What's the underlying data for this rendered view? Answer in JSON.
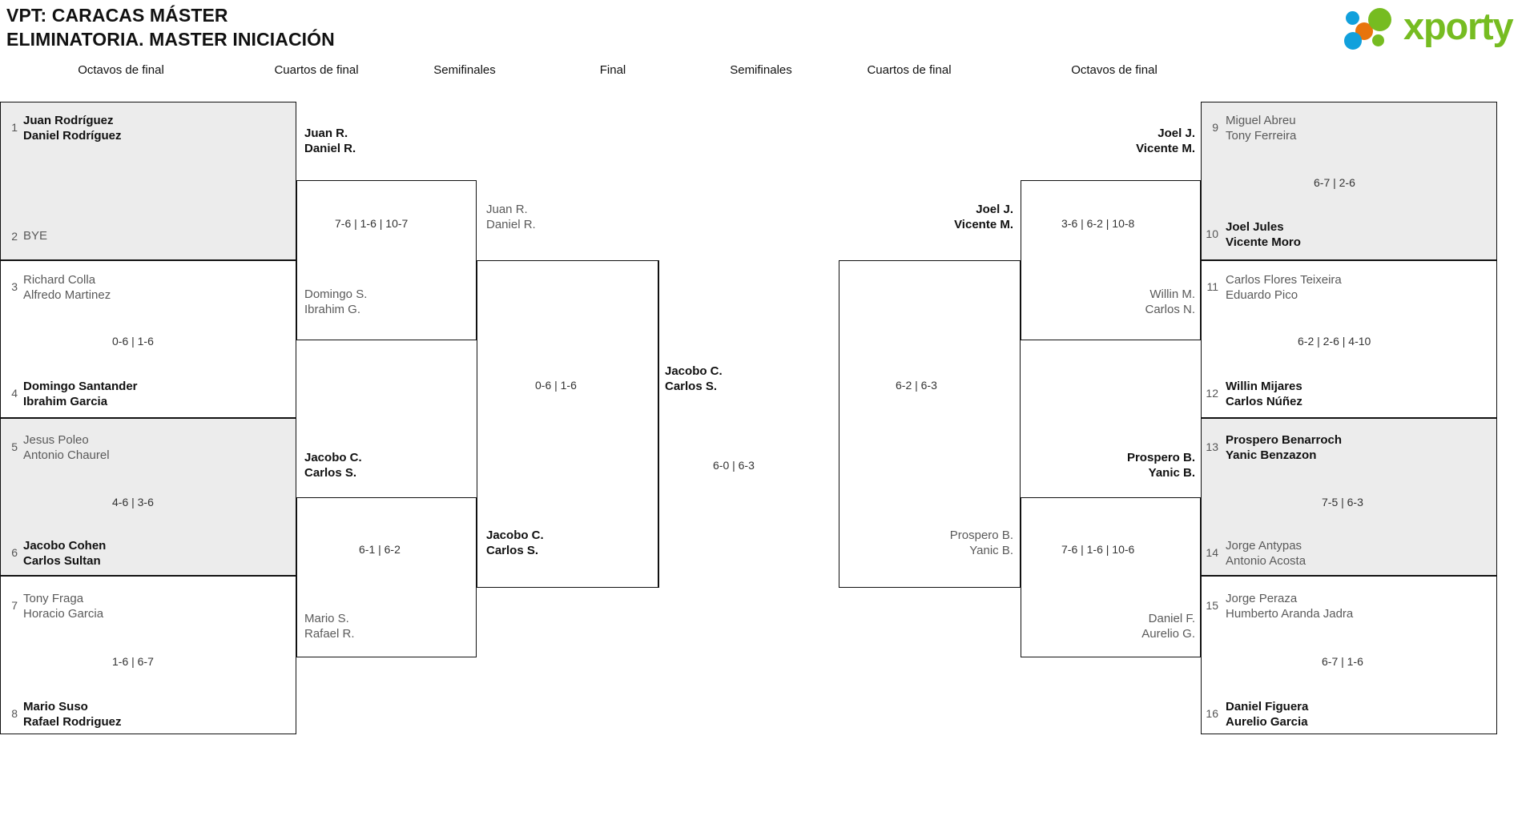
{
  "header": {
    "title_line1": "VPT: CARACAS MÁSTER",
    "title_line2": "ELIMINATORIA. MASTER INICIACIÓN",
    "logo_text": "xporty",
    "logo_colors": {
      "green": "#76bc21",
      "blue": "#11a0dc",
      "orange": "#e8740c"
    }
  },
  "round_headers": {
    "left_r16": "Octavos de final",
    "left_qf": "Cuartos de final",
    "left_sf": "Semifinales",
    "final": "Final",
    "right_sf": "Semifinales",
    "right_qf": "Cuartos de final",
    "right_r16": "Octavos de final"
  },
  "left": {
    "r16": [
      {
        "seed": "1",
        "p1": "Juan Rodríguez",
        "p2": "Daniel Rodríguez",
        "won": true
      },
      {
        "seed": "2",
        "p1": "BYE",
        "p2": "",
        "won": false
      },
      {
        "seed": "3",
        "p1": "Richard Colla",
        "p2": "Alfredo Martinez",
        "won": false
      },
      {
        "seed": "4",
        "p1": "Domingo Santander",
        "p2": "Ibrahim Garcia",
        "won": true
      },
      {
        "seed": "5",
        "p1": "Jesus Poleo",
        "p2": "Antonio Chaurel",
        "won": false
      },
      {
        "seed": "6",
        "p1": "Jacobo Cohen",
        "p2": "Carlos Sultan",
        "won": true
      },
      {
        "seed": "7",
        "p1": "Tony Fraga",
        "p2": "Horacio Garcia",
        "won": false
      },
      {
        "seed": "8",
        "p1": "Mario Suso",
        "p2": "Rafael Rodriguez",
        "won": true
      }
    ],
    "r16_scores": [
      "",
      "0-6 | 1-6",
      "4-6 | 3-6",
      "1-6 | 6-7"
    ],
    "qf": [
      {
        "p1": "Juan R.",
        "p2": "Daniel R.",
        "won": true
      },
      {
        "p1": "Domingo S.",
        "p2": "Ibrahim G.",
        "won": false
      },
      {
        "p1": "Jacobo C.",
        "p2": "Carlos S.",
        "won": true
      },
      {
        "p1": "Mario S.",
        "p2": "Rafael R.",
        "won": false
      }
    ],
    "qf_scores": [
      "7-6 | 1-6 | 10-7",
      "6-1 | 6-2"
    ],
    "sf": [
      {
        "p1": "Juan R.",
        "p2": "Daniel R.",
        "won": false
      },
      {
        "p1": "Jacobo C.",
        "p2": "Carlos S.",
        "won": true
      }
    ],
    "sf_score": "0-6 | 1-6"
  },
  "final": {
    "winner": {
      "p1": "Jacobo C.",
      "p2": "Carlos S."
    },
    "score": "6-0 | 6-3"
  },
  "right": {
    "sf": [
      {
        "p1": "Joel J.",
        "p2": "Vicente M.",
        "won": true
      },
      {
        "p1": "Prospero B.",
        "p2": "Yanic B.",
        "won": false
      }
    ],
    "sf_score": "6-2 | 6-3",
    "sf_loser_label": {
      "p1": "Joel J.",
      "p2": "Vicente M."
    },
    "qf": [
      {
        "p1": "Joel J.",
        "p2": "Vicente M.",
        "won": true
      },
      {
        "p1": "Willin M.",
        "p2": "Carlos N.",
        "won": false
      },
      {
        "p1": "Prospero B.",
        "p2": "Yanic B.",
        "won": true
      },
      {
        "p1": "Daniel F.",
        "p2": "Aurelio G.",
        "won": false
      }
    ],
    "qf_scores": [
      "3-6 | 6-2 | 10-8",
      "7-6 | 1-6 | 10-6"
    ],
    "r16": [
      {
        "seed": "9",
        "p1": "Miguel Abreu",
        "p2": "Tony Ferreira",
        "won": false
      },
      {
        "seed": "10",
        "p1": "Joel Jules",
        "p2": "Vicente Moro",
        "won": true
      },
      {
        "seed": "11",
        "p1": "Carlos Flores Teixeira",
        "p2": "Eduardo Pico",
        "won": false
      },
      {
        "seed": "12",
        "p1": "Willin Mijares",
        "p2": "Carlos Núñez",
        "won": true
      },
      {
        "seed": "13",
        "p1": "Prospero Benarroch",
        "p2": "Yanic Benzazon",
        "won": true
      },
      {
        "seed": "14",
        "p1": "Jorge Antypas",
        "p2": "Antonio Acosta",
        "won": false
      },
      {
        "seed": "15",
        "p1": "Jorge Peraza",
        "p2": "Humberto Aranda Jadra",
        "won": false
      },
      {
        "seed": "16",
        "p1": "Daniel Figuera",
        "p2": "Aurelio Garcia",
        "won": true
      }
    ],
    "r16_scores": [
      "6-7 | 2-6",
      "6-2 | 2-6 | 4-10",
      "7-5 | 6-3",
      "6-7 | 1-6"
    ]
  }
}
